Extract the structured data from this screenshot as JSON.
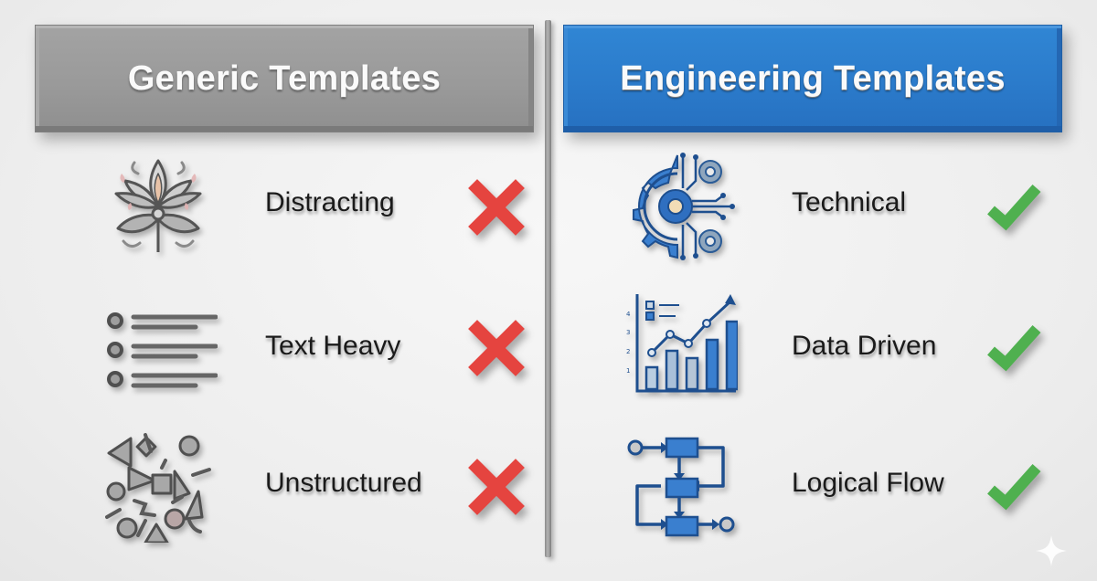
{
  "columns": {
    "generic": {
      "title": "Generic Templates",
      "color": "#9a9a9a",
      "items": [
        {
          "label": "Distracting",
          "icon": "ornamental-flower-icon",
          "status": "cross-icon"
        },
        {
          "label": "Text Heavy",
          "icon": "bulleted-list-icon",
          "status": "cross-icon"
        },
        {
          "label": "Unstructured",
          "icon": "scattered-shapes-icon",
          "status": "cross-icon"
        }
      ]
    },
    "engineering": {
      "title": "Engineering Templates",
      "color": "#2b7bcb",
      "items": [
        {
          "label": "Technical",
          "icon": "gear-circuit-icon",
          "status": "check-icon"
        },
        {
          "label": "Data Driven",
          "icon": "bar-line-chart-icon",
          "status": "check-icon"
        },
        {
          "label": "Logical Flow",
          "icon": "flowchart-icon",
          "status": "check-icon"
        }
      ]
    }
  },
  "colors": {
    "cross": "#e5443f",
    "check": "#4fb04f",
    "generic_header": "#9a9a9a",
    "engineering_header": "#2b7bcb"
  },
  "watermark": {
    "icon": "sparkle-icon"
  }
}
